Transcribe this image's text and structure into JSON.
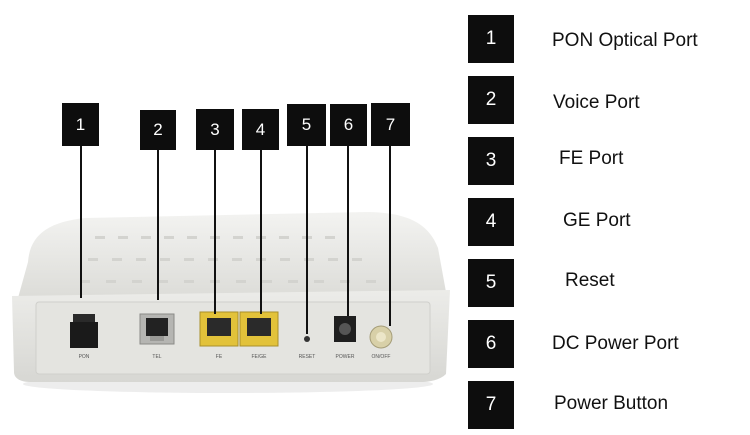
{
  "device": {
    "port_labels": [
      "PON",
      "TEL",
      "FE",
      "FE/GE",
      "RESET",
      "POWER",
      "ON/OFF"
    ]
  },
  "callouts": [
    "1",
    "2",
    "3",
    "4",
    "5",
    "6",
    "7"
  ],
  "legend": [
    {
      "number": "1",
      "label": "PON Optical Port"
    },
    {
      "number": "2",
      "label": "Voice Port"
    },
    {
      "number": "3",
      "label": "FE Port"
    },
    {
      "number": "4",
      "label": "GE Port"
    },
    {
      "number": "5",
      "label": "Reset"
    },
    {
      "number": "6",
      "label": "DC Power Port"
    },
    {
      "number": "7",
      "label": "Power Button"
    }
  ],
  "colors": {
    "box": "#0d0d0d",
    "device_body": "#e9e9e6",
    "eth_jack": "#e2c23a"
  }
}
